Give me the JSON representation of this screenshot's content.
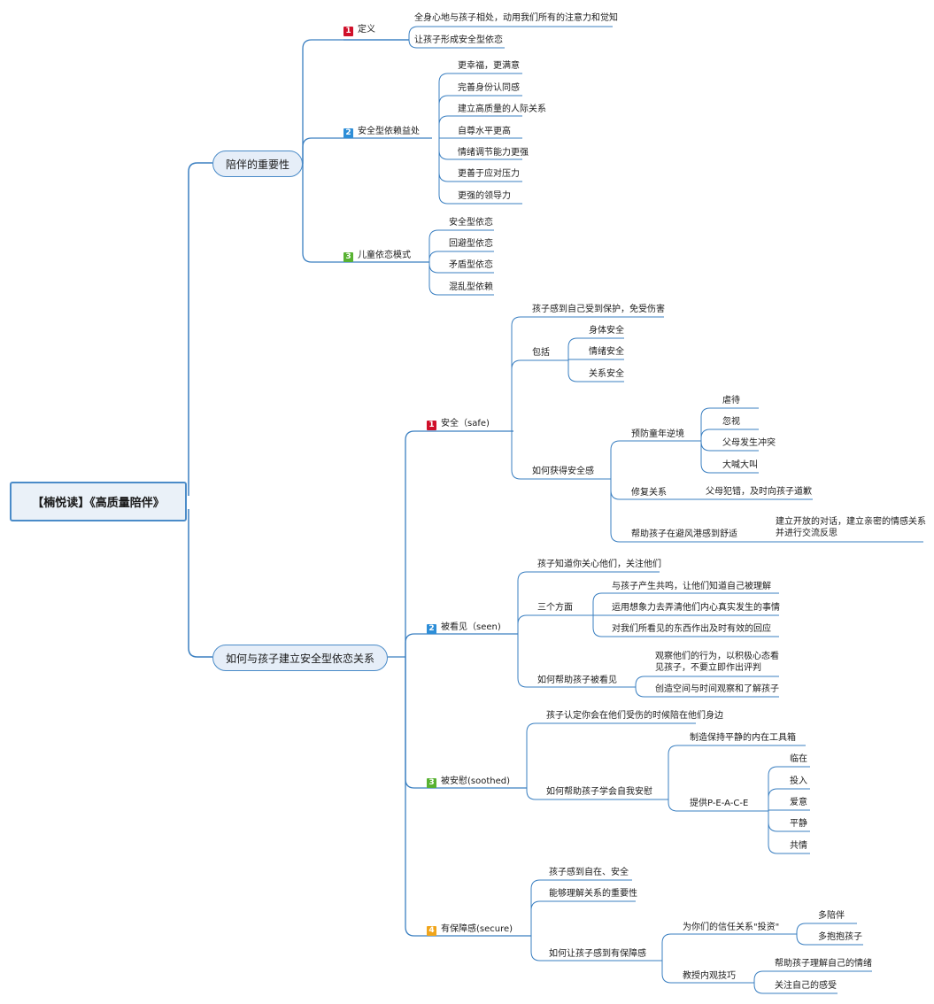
{
  "colors": {
    "line": "#3a7fc1",
    "badge1": "#d0102a",
    "badge2": "#2d8ed8",
    "badge3": "#58b232",
    "badge4": "#f0a51b"
  },
  "root": "【楠悦读】《高质量陪伴》",
  "b1": {
    "label": "陪伴的重要性",
    "s1": {
      "num": "1",
      "label": "定义",
      "c1": "全身心地与孩子相处，动用我们所有的注意力和觉知",
      "c2": "让孩子形成安全型依恋"
    },
    "s2": {
      "num": "2",
      "label": "安全型依赖益处",
      "c1": "更幸福，更满意",
      "c2": "完善身份认同感",
      "c3": "建立高质量的人际关系",
      "c4": "自尊水平更高",
      "c5": "情绪调节能力更强",
      "c6": "更善于应对压力",
      "c7": "更强的领导力"
    },
    "s3": {
      "num": "3",
      "label": "儿童依恋模式",
      "c1": "安全型依恋",
      "c2": "回避型依恋",
      "c3": "矛盾型依恋",
      "c4": "混乱型依赖"
    }
  },
  "b2": {
    "label": "如何与孩子建立安全型依恋关系",
    "s1": {
      "num": "1",
      "label": "安全（safe)",
      "c1": "孩子感到自己受到保护，免受伤害",
      "c2": {
        "label": "包括",
        "a": "身体安全",
        "b": "情绪安全",
        "c": "关系安全"
      },
      "c3": {
        "label": "如何获得安全感",
        "g1": {
          "label": "预防童年逆境",
          "a": "虐待",
          "b": "忽视",
          "c": "父母发生冲突",
          "d": "大喊大叫"
        },
        "g2": {
          "label": "修复关系",
          "a": "父母犯错，及时向孩子道歉"
        },
        "g3": {
          "label": "帮助孩子在避风港感到舒适",
          "a": "建立开放的对话，建立亲密的情感关系并进行交流反思"
        }
      }
    },
    "s2": {
      "num": "2",
      "label": "被看见（seen)",
      "c1": "孩子知道你关心他们，关注他们",
      "c2": {
        "label": "三个方面",
        "a": "与孩子产生共鸣，让他们知道自己被理解",
        "b": "运用想象力去弄清他们内心真实发生的事情",
        "c": "对我们所看见的东西作出及时有效的回应"
      },
      "c3": {
        "label": "如何帮助孩子被看见",
        "a": "观察他们的行为，以积极心态看见孩子，不要立即作出评判",
        "b": "创造空间与时间观察和了解孩子"
      }
    },
    "s3": {
      "num": "3",
      "label": "被安慰(soothed)",
      "c1": "孩子认定你会在他们受伤的时候陪在他们身边",
      "c2": {
        "label": "如何帮助孩子学会自我安慰",
        "a": "制造保持平静的内在工具箱",
        "b": {
          "label": "提供P-E-A-C-E",
          "a": "临在",
          "b": "投入",
          "c": "爱意",
          "d": "平静",
          "e": "共情"
        }
      }
    },
    "s4": {
      "num": "4",
      "label": "有保障感(secure)",
      "c1": "孩子感到自在、安全",
      "c2": "能够理解关系的重要性",
      "c3": {
        "label": "如何让孩子感到有保障感",
        "a": {
          "label": "为你们的信任关系\"投资\"",
          "a": "多陪伴",
          "b": "多抱抱孩子"
        },
        "b": {
          "label": "教授内观技巧",
          "a": "帮助孩子理解自己的情绪",
          "b": "关注自己的感受"
        }
      }
    }
  }
}
